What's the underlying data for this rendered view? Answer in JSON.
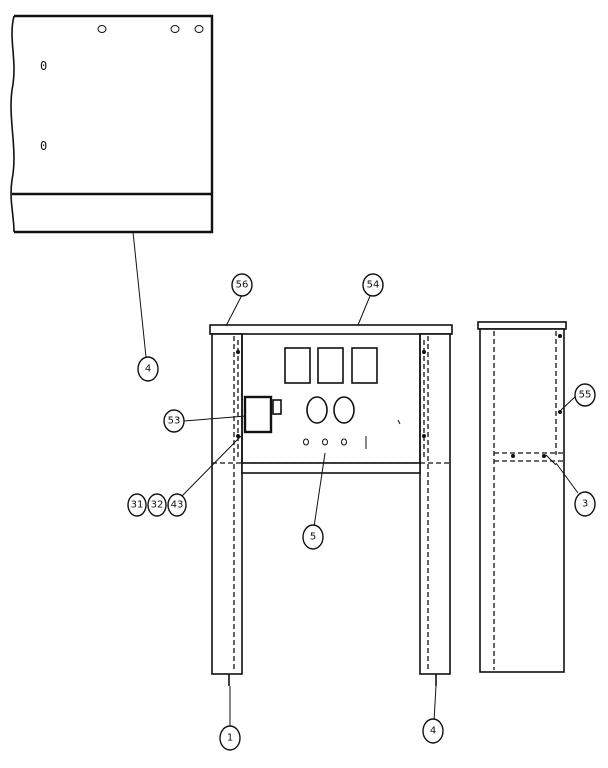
{
  "callouts": {
    "c4_top": "4",
    "c56": "56",
    "c54": "54",
    "c53": "53",
    "c31": "31",
    "c32": "32",
    "c43": "43",
    "c5": "5",
    "c55": "55",
    "c3": "3",
    "c1": "1",
    "c4_bottom": "4"
  },
  "panel_marks": {
    "mark_upper": "0",
    "mark_lower": "0"
  }
}
